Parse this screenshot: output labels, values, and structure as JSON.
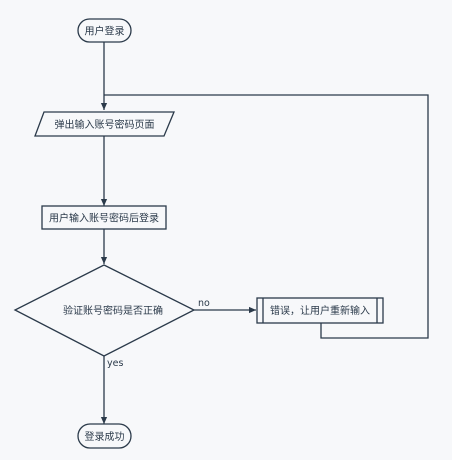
{
  "nodes": {
    "start": "用户登录",
    "popup": "弹出输入账号密码页面",
    "input": "用户输入账号密码后登录",
    "verify": "验证账号密码是否正确",
    "error": "错误，让用户重新输入",
    "end": "登录成功"
  },
  "edges": {
    "no": "no",
    "yes": "yes"
  },
  "colors": {
    "stroke": "#2b3a4a",
    "fill": "#f7f8fa",
    "background": "#f7f8fa"
  }
}
